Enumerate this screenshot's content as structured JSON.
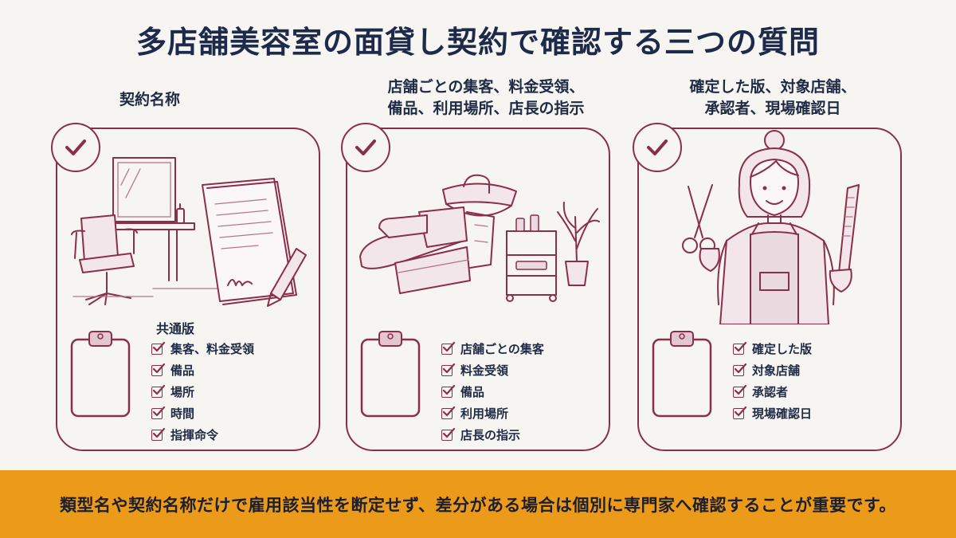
{
  "title": "多店舗美容室の面貸し契約で確認する三つの質問",
  "columns": [
    {
      "heading_lines": [
        "契約名称"
      ],
      "illustration": "salon-station-and-contract",
      "list_title": "共通版",
      "items": [
        "集客、料金受領",
        "備品",
        "場所",
        "時間",
        "指揮命令"
      ]
    },
    {
      "heading_lines": [
        "店舗ごとの集客、料金受領、",
        "備品、利用場所、店長の指示"
      ],
      "illustration": "shampoo-chair-and-cart",
      "list_title": "",
      "items": [
        "店舗ごとの集客",
        "料金受領",
        "備品",
        "利用場所",
        "店長の指示"
      ]
    },
    {
      "heading_lines": [
        "確定した版、対象店舗、",
        "承認者、現場確認日"
      ],
      "illustration": "hairdresser-with-scissors-and-comb",
      "list_title": "",
      "items": [
        "確定した版",
        "対象店舗",
        "承認者",
        "現場確認日"
      ]
    }
  ],
  "footer": "類型名や契約名称だけで雇用該当性を断定せず、差分がある場合は個別に専門家へ確認することが重要です。",
  "colors": {
    "accent": "#8a2f4a",
    "banner": "#ec9a1a",
    "title": "#1e2a4a"
  }
}
